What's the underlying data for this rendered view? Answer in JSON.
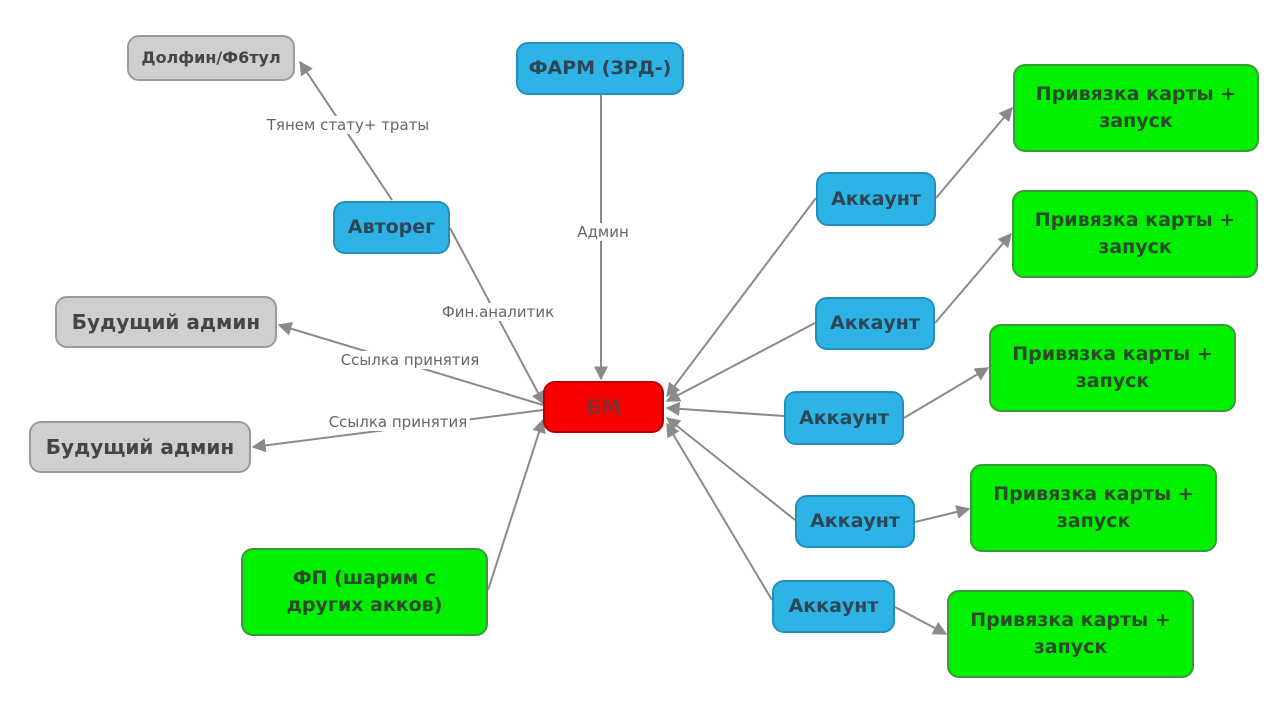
{
  "nodes": {
    "dolphin": "Долфин/Ф6тул",
    "farm": "ФАРМ (ЗРД-)",
    "avtoreg": "Авторег",
    "future_admin_1": "Будущий админ",
    "future_admin_2": "Будущий админ",
    "bm": "БМ",
    "fp": "ФП (шарим с других акков)",
    "accounts": [
      "Аккаунт",
      "Аккаунт",
      "Аккаунт",
      "Аккаунт",
      "Аккаунт"
    ],
    "card_binding": [
      "Привязка карты + запуск",
      "Привязка карты + запуск",
      "Привязка карты + запуск",
      "Привязка карты + запуск",
      "Привязка карты + запуск"
    ]
  },
  "edge_labels": {
    "avtoreg_to_dolphin": "Тянем стату+ траты",
    "farm_to_bm": "Админ",
    "avtoreg_to_bm": "Фин.аналитик",
    "bm_to_future_1": "Ссылка принятия",
    "bm_to_future_2": "Ссылка принятия"
  },
  "colors": {
    "blue": "#2db3e6",
    "red": "#fa0000",
    "green": "#00f000",
    "gray": "#cfcfcf",
    "edge": "#8a8a8a"
  }
}
